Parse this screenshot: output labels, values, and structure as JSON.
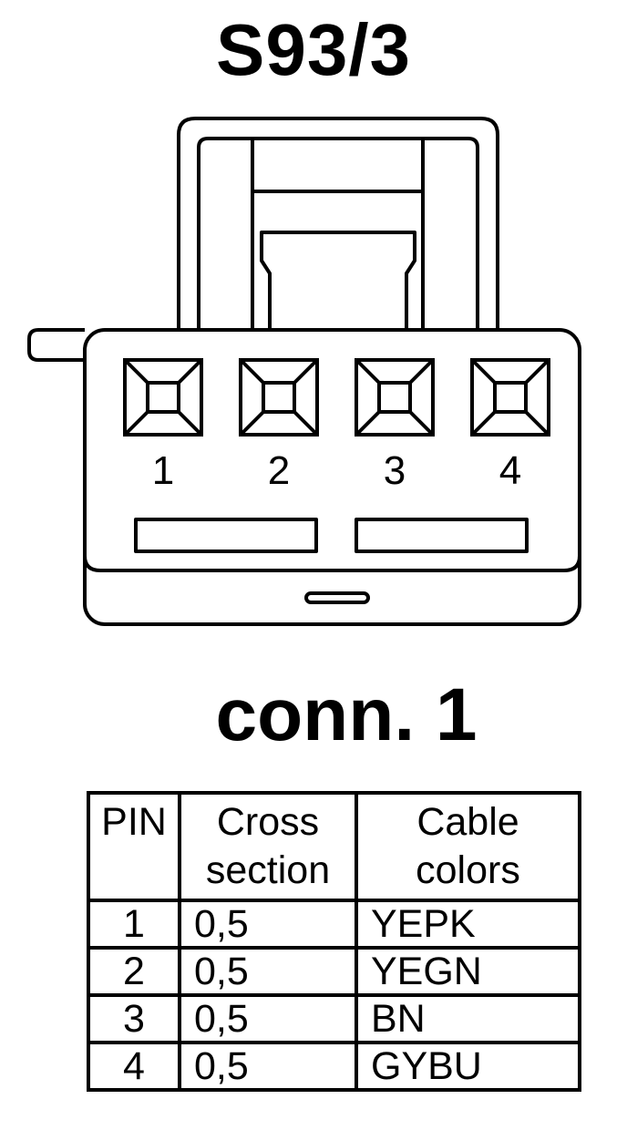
{
  "diagram": {
    "title": "S93/3",
    "connector_label": "conn. 1",
    "pins": [
      "1",
      "2",
      "3",
      "4"
    ]
  },
  "table": {
    "headers": {
      "pin": "PIN",
      "cross": "Cross section",
      "cable": "Cable colors"
    },
    "rows": [
      {
        "pin": "1",
        "cross": "0,5",
        "color": "YEPK"
      },
      {
        "pin": "2",
        "cross": "0,5",
        "color": "YEGN"
      },
      {
        "pin": "3",
        "cross": "0,5",
        "color": "BN"
      },
      {
        "pin": "4",
        "cross": "0,5",
        "color": "GYBU"
      }
    ]
  }
}
